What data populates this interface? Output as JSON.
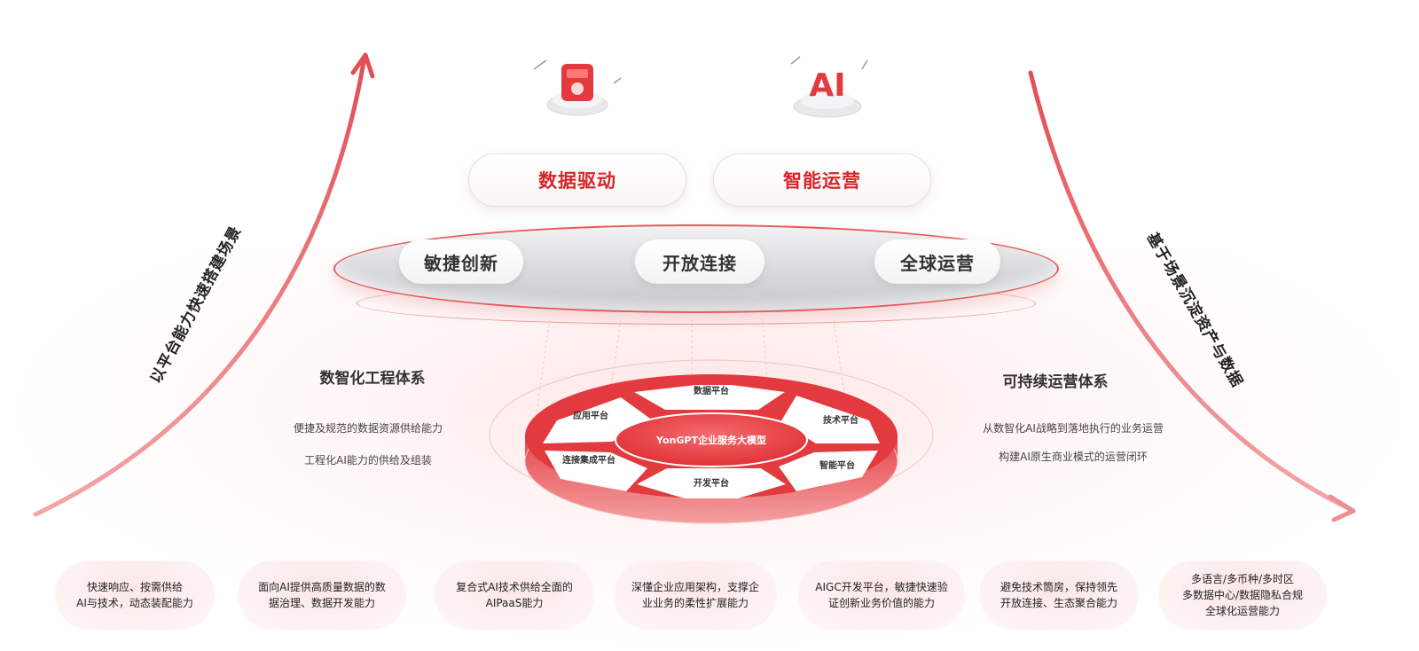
{
  "top_pills": [
    {
      "label": "数据驱动"
    },
    {
      "label": "智能运营"
    }
  ],
  "mid_pills": [
    {
      "label": "敏捷创新"
    },
    {
      "label": "开放连接"
    },
    {
      "label": "全球运营"
    }
  ],
  "left_arrow_label": "以平台能力快速搭建场景",
  "right_arrow_label": "基于场景沉淀资产与数据",
  "left_system": {
    "title": "数智化工程体系",
    "items": [
      "便捷及规范的数据资源供给能力",
      "工程化AI能力的供给及组装"
    ]
  },
  "right_system": {
    "title": "可持续运营体系",
    "items": [
      "从数智化AI战略到落地执行的业务运营",
      "构建AI原生商业模式的运营闭环"
    ]
  },
  "core": {
    "center": "YonGPT企业服务大模型",
    "platforms": [
      "数据平台",
      "技术平台",
      "智能平台",
      "开发平台",
      "连接集成平台",
      "应用平台"
    ]
  },
  "icons": {
    "left": "data-drive-icon",
    "right": "ai-icon",
    "right_text": "AI"
  },
  "colors": {
    "accent": "#d6262a",
    "arrow": "#ee8a8c"
  },
  "bottom_cards": [
    {
      "text": "快速响应、按需供给\nAI与技术，动态装配能力"
    },
    {
      "text": "面向AI提供高质量数据的数\n据治理、数据开发能力"
    },
    {
      "text": "复合式AI技术供给全面的\nAIPaaS能力"
    },
    {
      "text": "深懂企业应用架构，支撑企\n业业务的柔性扩展能力"
    },
    {
      "text": "AIGC开发平台，敏捷快速验\n证创新业务价值的能力"
    },
    {
      "text": "避免技术筒房，保持领先\n开放连接、生态聚合能力"
    },
    {
      "text": "多语言/多币种/多时区\n多数据中心/数据隐私合规\n全球化运营能力"
    }
  ]
}
